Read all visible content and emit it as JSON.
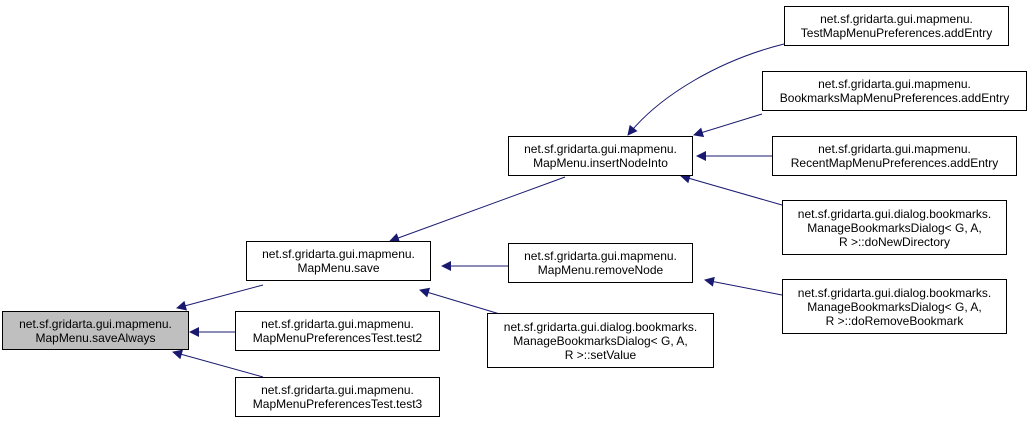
{
  "colors": {
    "edge": "#191970",
    "root_fill": "#bfbfbf",
    "node_fill": "#ffffff",
    "border": "#000000"
  },
  "nodes": {
    "save_always": {
      "lines": [
        "net.sf.gridarta.gui.mapmenu.",
        "MapMenu.saveAlways"
      ]
    },
    "save": {
      "lines": [
        "net.sf.gridarta.gui.mapmenu.",
        "MapMenu.save"
      ]
    },
    "test2": {
      "lines": [
        "net.sf.gridarta.gui.mapmenu.",
        "MapMenuPreferencesTest.test2"
      ]
    },
    "test3": {
      "lines": [
        "net.sf.gridarta.gui.mapmenu.",
        "MapMenuPreferencesTest.test3"
      ]
    },
    "insert_node_into": {
      "lines": [
        "net.sf.gridarta.gui.mapmenu.",
        "MapMenu.insertNodeInto"
      ]
    },
    "remove_node": {
      "lines": [
        "net.sf.gridarta.gui.mapmenu.",
        "MapMenu.removeNode"
      ]
    },
    "set_value": {
      "lines": [
        "net.sf.gridarta.gui.dialog.bookmarks.",
        "ManageBookmarksDialog< G, A,",
        "R >::setValue"
      ]
    },
    "test_add_entry": {
      "lines": [
        "net.sf.gridarta.gui.mapmenu.",
        "TestMapMenuPreferences.addEntry"
      ]
    },
    "bookmarks_add_entry": {
      "lines": [
        "net.sf.gridarta.gui.mapmenu.",
        "BookmarksMapMenuPreferences.addEntry"
      ]
    },
    "recent_add_entry": {
      "lines": [
        "net.sf.gridarta.gui.mapmenu.",
        "RecentMapMenuPreferences.addEntry"
      ]
    },
    "do_new_directory": {
      "lines": [
        "net.sf.gridarta.gui.dialog.bookmarks.",
        "ManageBookmarksDialog< G, A,",
        "R >::doNewDirectory"
      ]
    },
    "do_remove_bookmark": {
      "lines": [
        "net.sf.gridarta.gui.dialog.bookmarks.",
        "ManageBookmarksDialog< G, A,",
        "R >::doRemoveBookmark"
      ]
    }
  }
}
